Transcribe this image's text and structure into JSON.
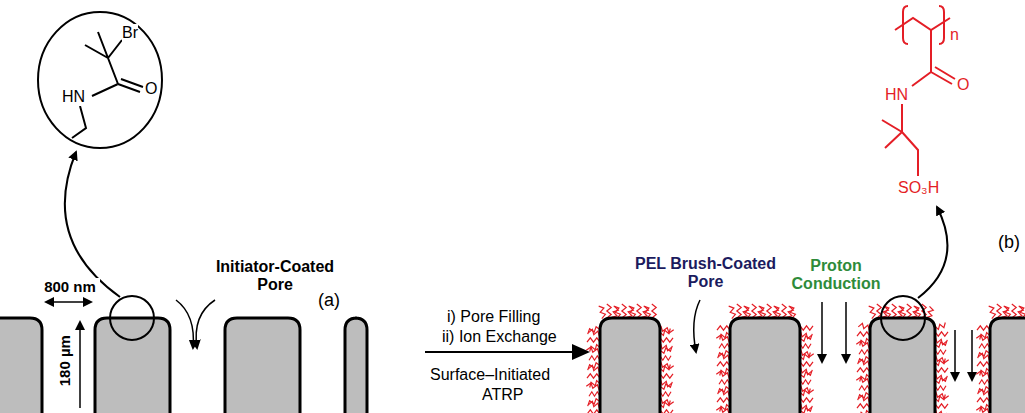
{
  "diagram": {
    "labels": [
      "Br",
      "HN",
      "O",
      "800 nm",
      "Initiator-Coated Pore",
      "(a)",
      "180 µm",
      "i) Pore Filling",
      "ii) Ion Exchange",
      "Surface–Initiated",
      "ATRP",
      "n",
      "HN",
      "O",
      "SO₃H",
      "PEL Brush-Coated Pore",
      "Proton Conduction",
      "(b)"
    ]
  }
}
